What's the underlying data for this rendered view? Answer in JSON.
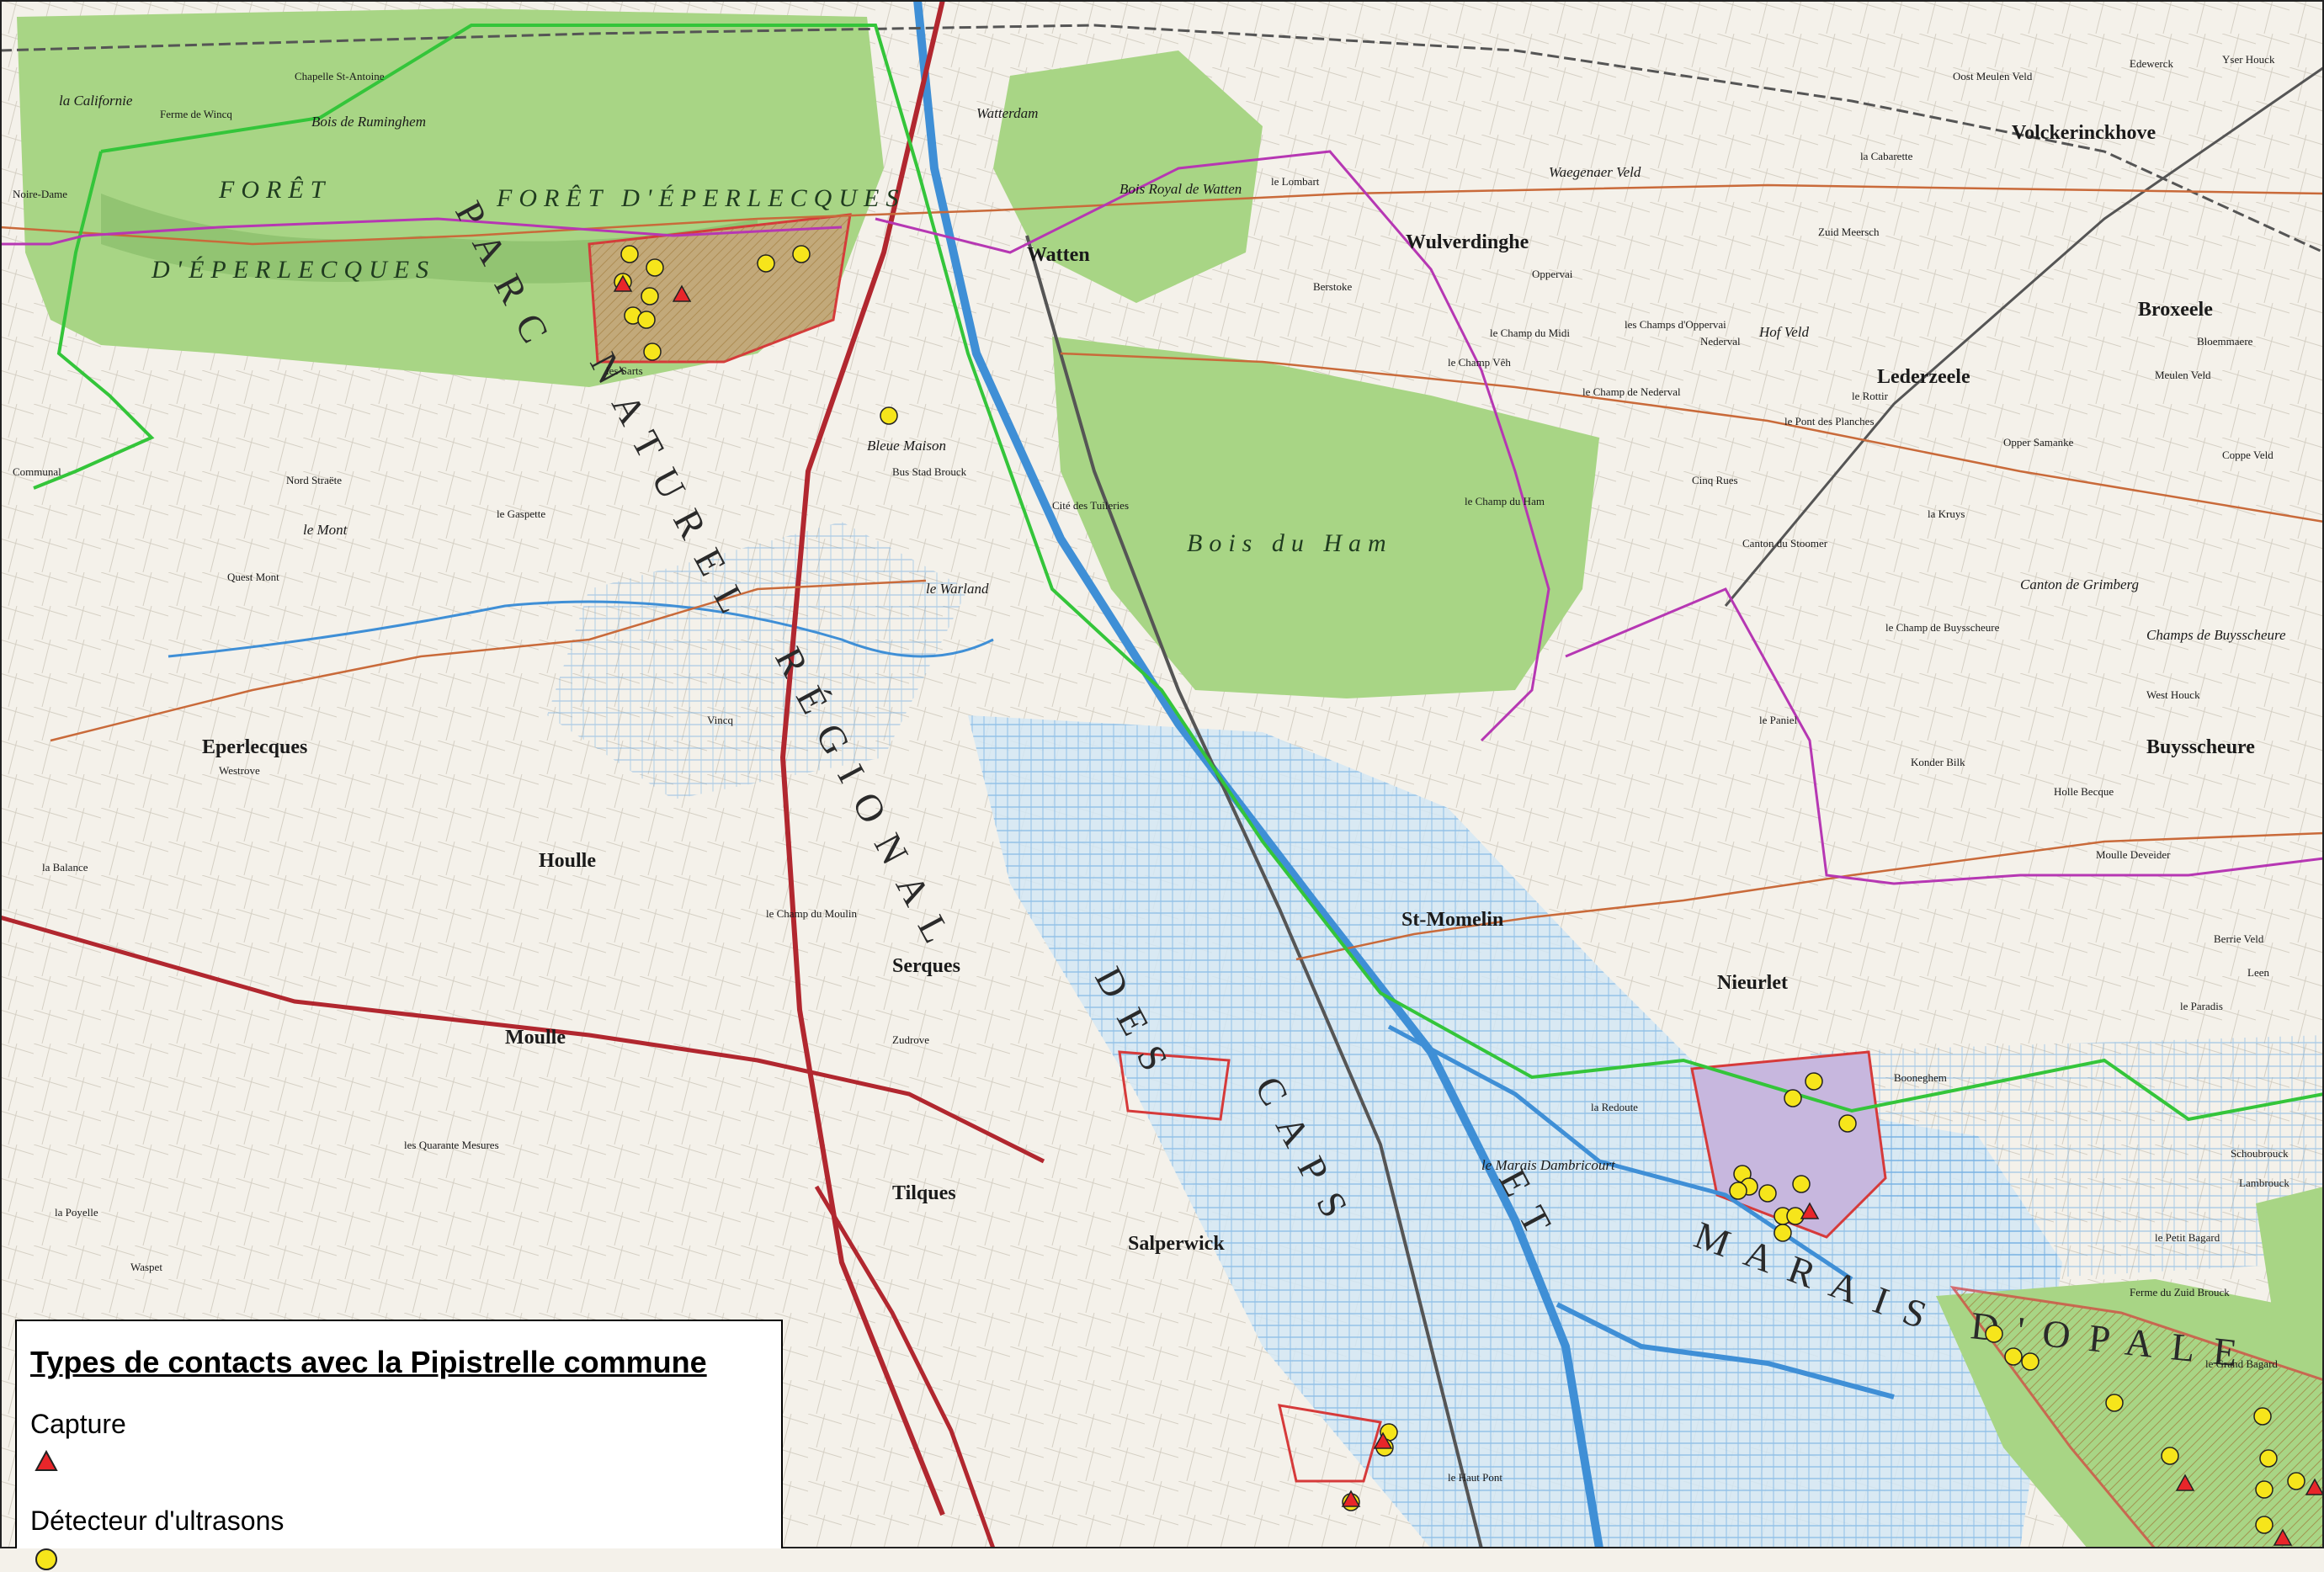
{
  "colors": {
    "background": "#f4f1ea",
    "forest": "#9fd07a",
    "forest_shade": "#6fa35a",
    "water": "#3f8fd6",
    "marsh": "#bcd9f0",
    "road_main": "#b1272f",
    "road_secondary": "#c96a3a",
    "park_boundary": "#34c53a",
    "commune_boundary": "#b637b3",
    "rail": "#555555",
    "capture_marker": "#e8262a",
    "detector_marker": "#f6e51b",
    "study_site_fill": "#b89a5a",
    "study_site_edge": "#d63a3a"
  },
  "legend": {
    "title": "Types de contacts avec la Pipistrelle commune",
    "items": [
      {
        "label": "Capture",
        "symbol": "red-triangle"
      },
      {
        "label": "Détecteur d'ultrasons",
        "symbol": "yellow-circle"
      }
    ]
  },
  "map": {
    "regional_labels": [
      {
        "text": "PARC",
        "id": "parc"
      },
      {
        "text": "NATUREL",
        "id": "naturel"
      },
      {
        "text": "RÉGIONAL",
        "id": "regional"
      },
      {
        "text": "DES",
        "id": "des"
      },
      {
        "text": "CAPS",
        "id": "caps"
      },
      {
        "text": "ET",
        "id": "et"
      },
      {
        "text": "MARAIS",
        "id": "marais"
      },
      {
        "text": "D'OPALE",
        "id": "opale"
      }
    ],
    "forest_labels": [
      "FORÊT",
      "FORÊT D'ÉPERLECQUES",
      "D'ÉPERLECQUES",
      "Bois du Ham",
      "Bois Royal de Watten",
      "Bois de Ruminghem"
    ],
    "towns": [
      "Watten",
      "Wulverdinghe",
      "Volckerinckhove",
      "Broxeele",
      "Lederzeele",
      "Eperlecques",
      "Houlle",
      "Moulle",
      "Serques",
      "Tilques",
      "Salperwick",
      "St-Momelin",
      "Nieurlet",
      "Buysscheure",
      "Watterdam",
      "Bleue Maison",
      "Salperwick",
      "le Mont"
    ],
    "places": [
      "Waegenaer Veld",
      "Hof Veld",
      "Zuid Meersch",
      "la Cabarette",
      "Nederval",
      "le Rottir",
      "la Kruys",
      "le Champ du Ham",
      "Canton de Grimberg",
      "Champs de Buysscheure",
      "West Houck",
      "le Marais Dambricourt",
      "Nord Straëte",
      "Quest Mont",
      "Communal",
      "le Gaspette",
      "Cité des Tuileries",
      "Bus Stad Brouck",
      "le Warland",
      "Vincq",
      "Westrove",
      "le Champ du Moulin",
      "Zudrove",
      "le Petit Bagard",
      "Schoubrouck",
      "Ferme du Zuid Brouck",
      "le Grand Bagard",
      "les Quarante Mesures",
      "la Balance",
      "Waspet",
      "la Poyelle",
      "le Haut Pont",
      "la Redoute",
      "Lambrouck",
      "les Sarts",
      "Ferme de Wincq",
      "la Californie",
      "Chapelle St-Antoine",
      "Noire-Dame",
      "Leen",
      "Berrie Veld",
      "le Paradis",
      "Holle Becque",
      "Booneghem",
      "Moulle Deveider",
      "Opper Samanke",
      "Coppe Veld",
      "Bloemmaere",
      "Meulen Veld",
      "Oost Meulen Veld",
      "Yser Houck",
      "Edewerck",
      "le Lombart",
      "Berstoke",
      "Oppervai",
      "les Champs d'Oppervai",
      "le Champ du Midi",
      "le Pont des Planches",
      "Cinq Rues",
      "le Champ de Nederval",
      "le Champ Vêh",
      "Canton du Stoomer",
      "le Paniel",
      "Konder Bilk",
      "le Champ de Buysscheure"
    ]
  }
}
